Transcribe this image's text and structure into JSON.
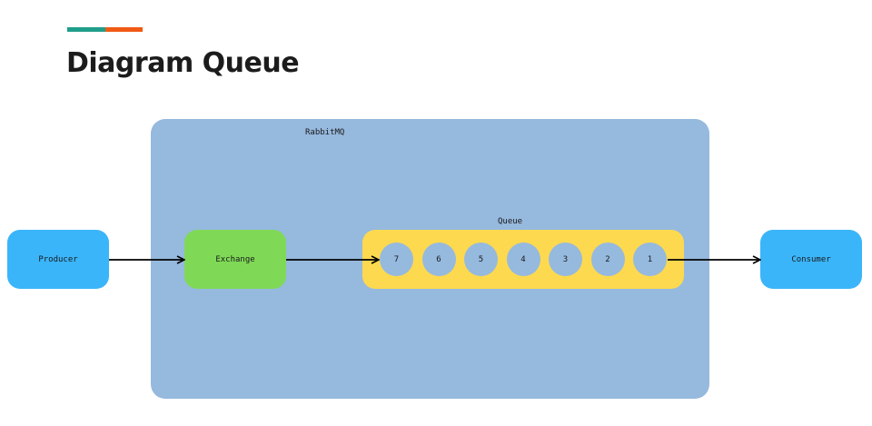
{
  "header": {
    "title": "Diagram Queue",
    "accent_colors": [
      "#1f9e8a",
      "#f05a14"
    ]
  },
  "diagram": {
    "container": {
      "label": "RabbitMQ",
      "color": "#96b9de"
    },
    "producer": {
      "label": "Producer",
      "color": "#3bb5fa"
    },
    "exchange": {
      "label": "Exchange",
      "color": "#7fd957"
    },
    "queue": {
      "label": "Queue",
      "color": "#fdd94f",
      "message_color": "#96b9de",
      "messages": [
        "7",
        "6",
        "5",
        "4",
        "3",
        "2",
        "1"
      ]
    },
    "consumer": {
      "label": "Consumer",
      "color": "#3bb5fa"
    },
    "edges": [
      {
        "from": "producer",
        "to": "exchange"
      },
      {
        "from": "exchange",
        "to": "queue"
      },
      {
        "from": "queue",
        "to": "consumer"
      }
    ]
  }
}
